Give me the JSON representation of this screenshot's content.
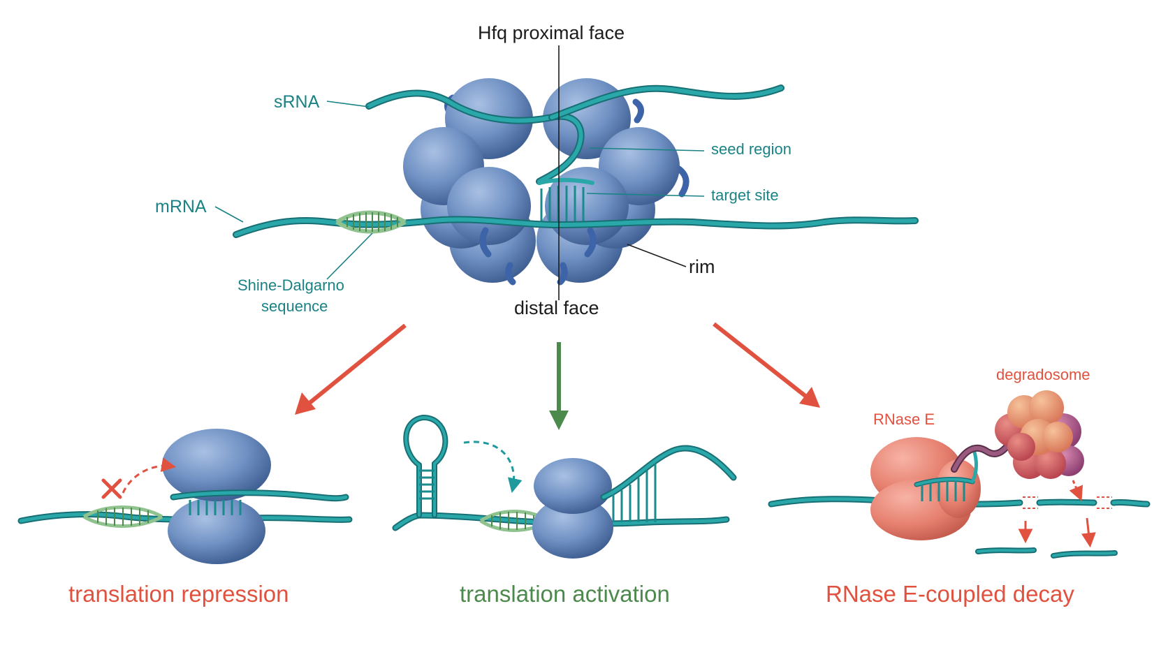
{
  "labels": {
    "proximal_face": "Hfq proximal face",
    "srna": "sRNA",
    "mrna": "mRNA",
    "seed_region": "seed region",
    "target_site": "target site",
    "rim": "rim",
    "distal_face": "distal face",
    "shine_dalgarno_line1": "Shine-Dalgarno",
    "shine_dalgarno_line2": "sequence",
    "degradosome": "degradosome",
    "rnase_e": "RNase E"
  },
  "outcomes": {
    "repression": "translation repression",
    "activation": "translation activation",
    "decay": "RNase E-coupled decay"
  },
  "colors": {
    "rna_teal": "#1f9a9c",
    "hfq_blue": "#6f8fbf",
    "hfq_dark": "#3f5f91",
    "sd_green": "#8fc28f",
    "arrow_red": "#e0523f",
    "arrow_green": "#4c8a4c",
    "rnase_pink": "#e98578",
    "label_teal": "#1a8284"
  },
  "icons": {
    "block": "cross-icon"
  }
}
